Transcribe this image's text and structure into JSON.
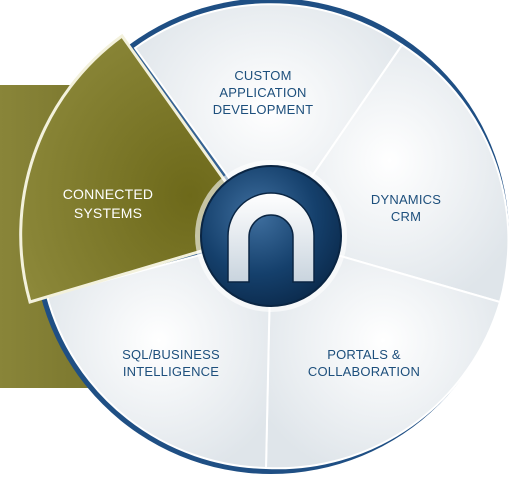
{
  "diagram": {
    "segments": [
      {
        "id": "custom",
        "lines": [
          "CUSTOM",
          "APPLICATION",
          "DEVELOPMENT"
        ],
        "active": false
      },
      {
        "id": "dynamics",
        "lines": [
          "DYNAMICS",
          "CRM"
        ],
        "active": false
      },
      {
        "id": "portals",
        "lines": [
          "PORTALS &",
          "COLLABORATION"
        ],
        "active": false
      },
      {
        "id": "sql",
        "lines": [
          "SQL/BUSINESS",
          "INTELLIGENCE"
        ],
        "active": false
      },
      {
        "id": "connected",
        "lines": [
          "CONNECTED",
          "SYSTEMS"
        ],
        "active": true
      }
    ],
    "hub": {
      "glyph": "n-logo-icon"
    },
    "colors": {
      "ring_blue": "#1f4f84",
      "segment_light": "#eef2f5",
      "label_blue": "#1d4f7c",
      "active_olive": "#75711a",
      "panel_olive": "#7c7730",
      "hub_navy": "#10355f"
    }
  }
}
